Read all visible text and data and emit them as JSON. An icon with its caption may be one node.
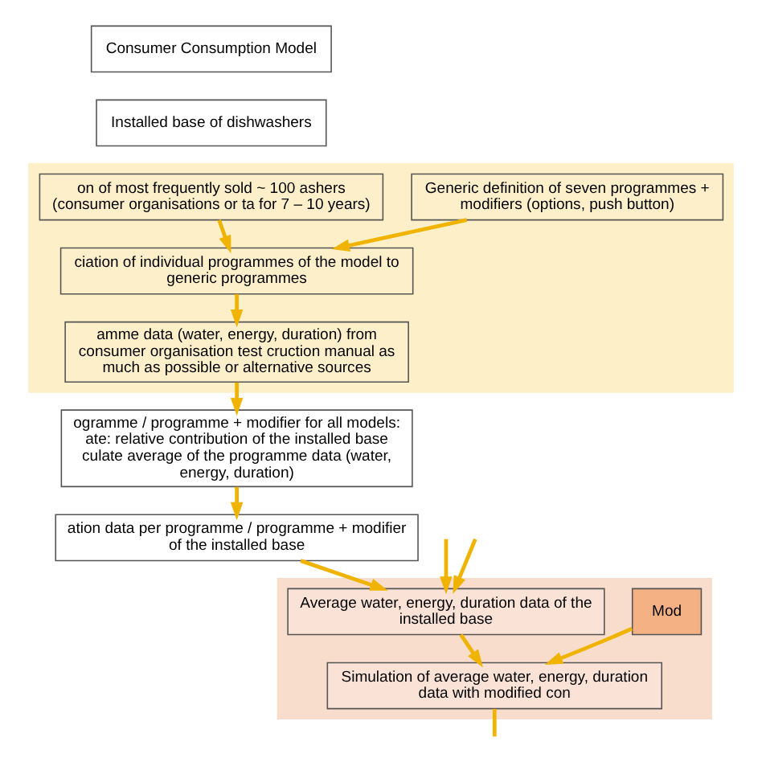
{
  "diagram": {
    "nodes": [
      {
        "text": [
          "Consumer Consumption Model"
        ]
      },
      {
        "text": [
          "Installed base of dishwashers"
        ]
      },
      {
        "text": [],
        "shape": "box"
      },
      {
        "text": [
          "on of most frequently sold ~ 100 ashers (consumer organisations or ta for 7 – 10 years)"
        ],
        "in": 2
      },
      {
        "text": [
          "Generic definition of seven programmes + modifiers (options, push button)"
        ],
        "in": 2
      },
      {
        "text": [
          "ciation of individual programmes of the model to generic programmes"
        ],
        "in": 2
      },
      {
        "text": [
          "amme data (water, energy, duration) from consumer organisation test cruction manual as much as possible or alternative sources"
        ],
        "in": 2
      },
      {
        "text": [
          "ogramme / programme + modifier for all models: ate: relative contribution of the installed base culate average of the programme data (water, energy, duration)"
        ]
      },
      {
        "text": [
          "ation data per programme / programme + modifier of the installed base"
        ]
      },
      {
        "text": [],
        "shape": "box"
      },
      {
        "text": [
          "Average water, energy, duration data of the installed base"
        ],
        "in": 9
      },
      {
        "text": [
          "Mod"
        ],
        "in": 9
      },
      {
        "text": [
          "Simulation of average water, energy, duration data with modified con"
        ],
        "in": 9
      }
    ],
    "edges": [
      {
        "from": 3,
        "to": 5,
        "arrow": "to"
      },
      {
        "from": 4,
        "to": 5,
        "arrow": "to"
      },
      {
        "from": 5,
        "to": 6,
        "arrow": "to"
      },
      {
        "from": 6,
        "to": 7,
        "arrow": "to"
      },
      {
        "from": 7,
        "to": 8,
        "arrow": "to"
      },
      {
        "from": 8,
        "to": 10,
        "arrow": "to"
      },
      {
        "from": null,
        "to": 10,
        "arrow": "to"
      },
      {
        "from": null,
        "to": 10,
        "arrow": "to"
      },
      {
        "from": 10,
        "to": 12,
        "arrow": "to"
      },
      {
        "from": 11,
        "to": 12,
        "arrow": "to"
      },
      {
        "from": 12,
        "to": null,
        "arrow": "none"
      }
    ]
  }
}
